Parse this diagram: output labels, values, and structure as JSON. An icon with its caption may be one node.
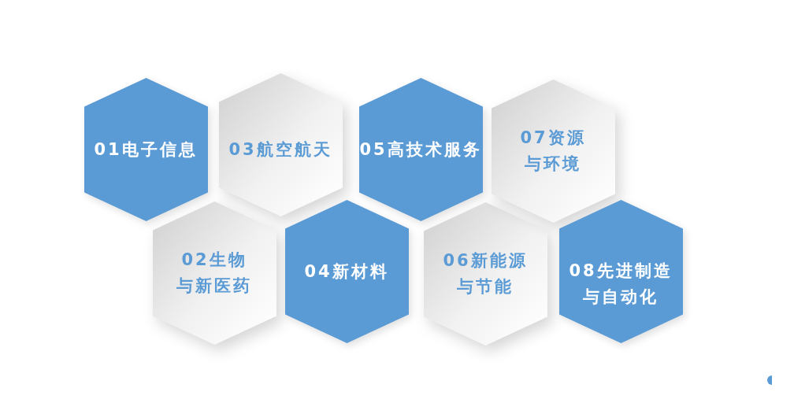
{
  "diagram": {
    "nodes": [
      {
        "text": [
          "01电子信息"
        ]
      },
      {
        "text": [
          "02生物与新医药"
        ]
      },
      {
        "text": [
          "03航空航天"
        ]
      },
      {
        "text": [
          "04新材料"
        ]
      },
      {
        "text": [
          "05高技术服务"
        ]
      },
      {
        "text": [
          "06新能源与节能"
        ]
      },
      {
        "text": [
          "07资源与环境"
        ]
      },
      {
        "text": [
          "08先进制造与自动化"
        ]
      }
    ]
  }
}
